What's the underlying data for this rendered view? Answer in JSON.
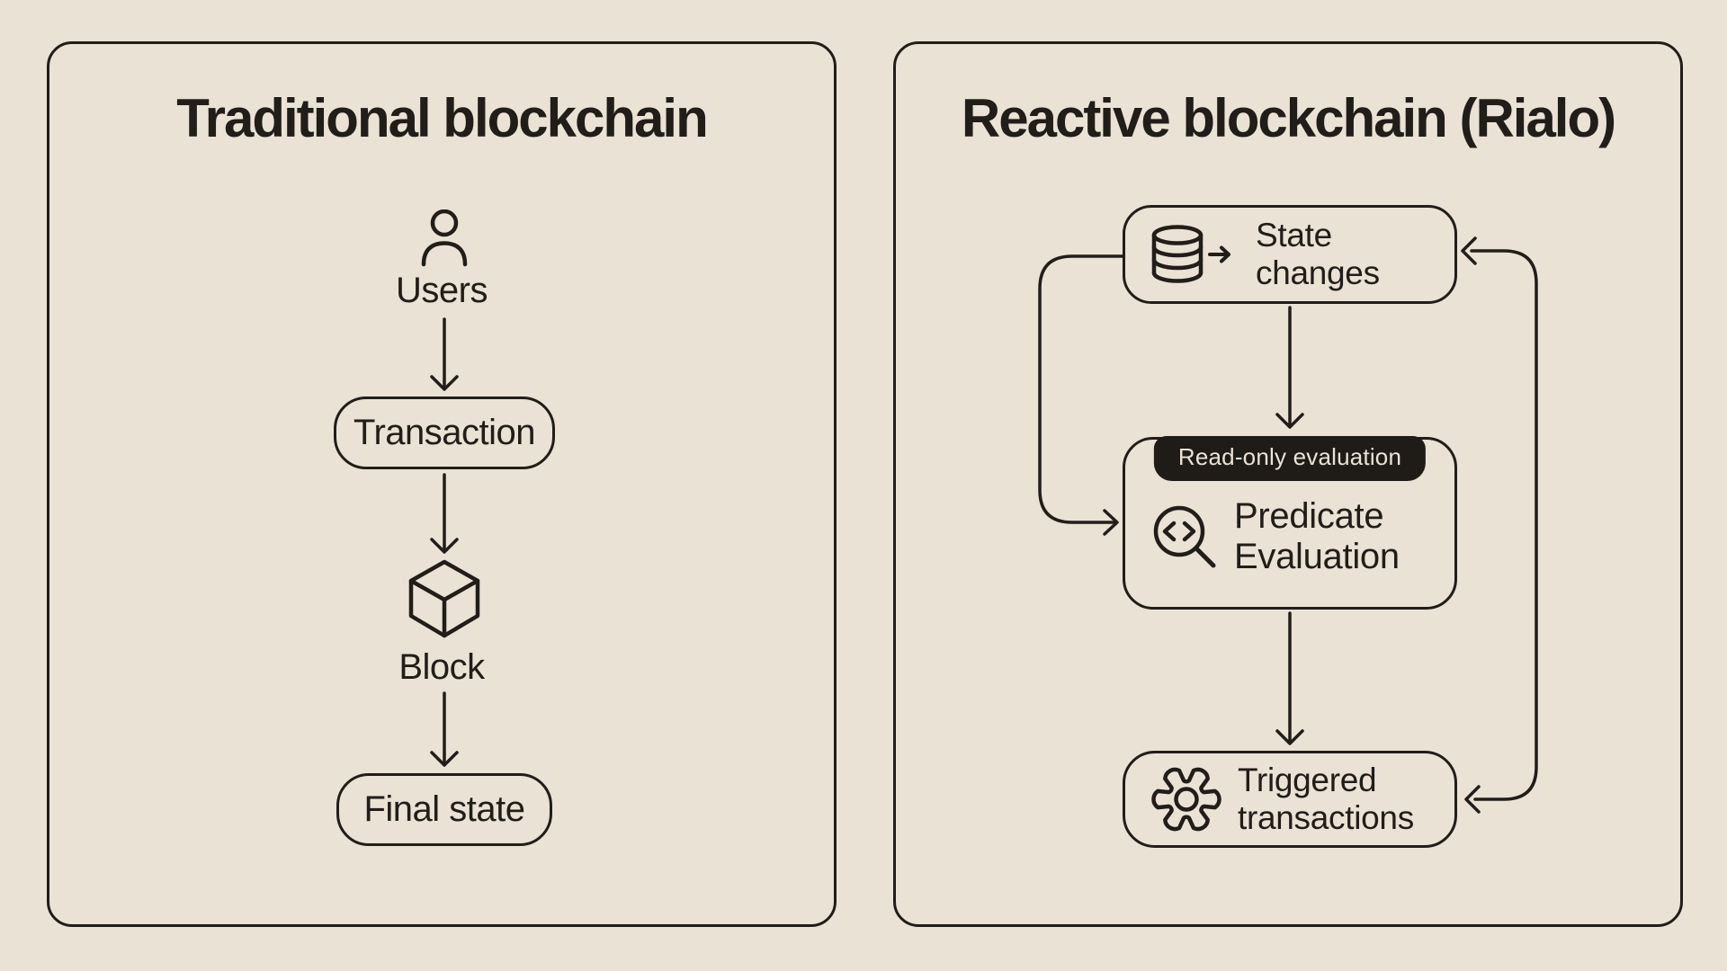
{
  "colors": {
    "background": "#e9e2d5",
    "ink": "#211d19",
    "badge_background": "#1f1b17",
    "badge_text": "#eae3d6"
  },
  "left_panel": {
    "title": "Traditional blockchain",
    "users_label": "Users",
    "transaction_label": "Transaction",
    "block_label": "Block",
    "final_state_label": "Final state"
  },
  "right_panel": {
    "title": "Reactive blockchain (Rialo)",
    "badge_label": "Read-only evaluation",
    "state_changes": {
      "line1": "State",
      "line2": "changes"
    },
    "predicate_evaluation": {
      "line1": "Predicate",
      "line2": "Evaluation"
    },
    "triggered_transactions": {
      "line1": "Triggered",
      "line2": "transactions"
    }
  },
  "icons": {
    "users": "user-icon",
    "block": "cube-icon",
    "state_changes": "database-icon",
    "predicate_evaluation": "code-search-icon",
    "triggered_transactions": "gear-icon"
  }
}
